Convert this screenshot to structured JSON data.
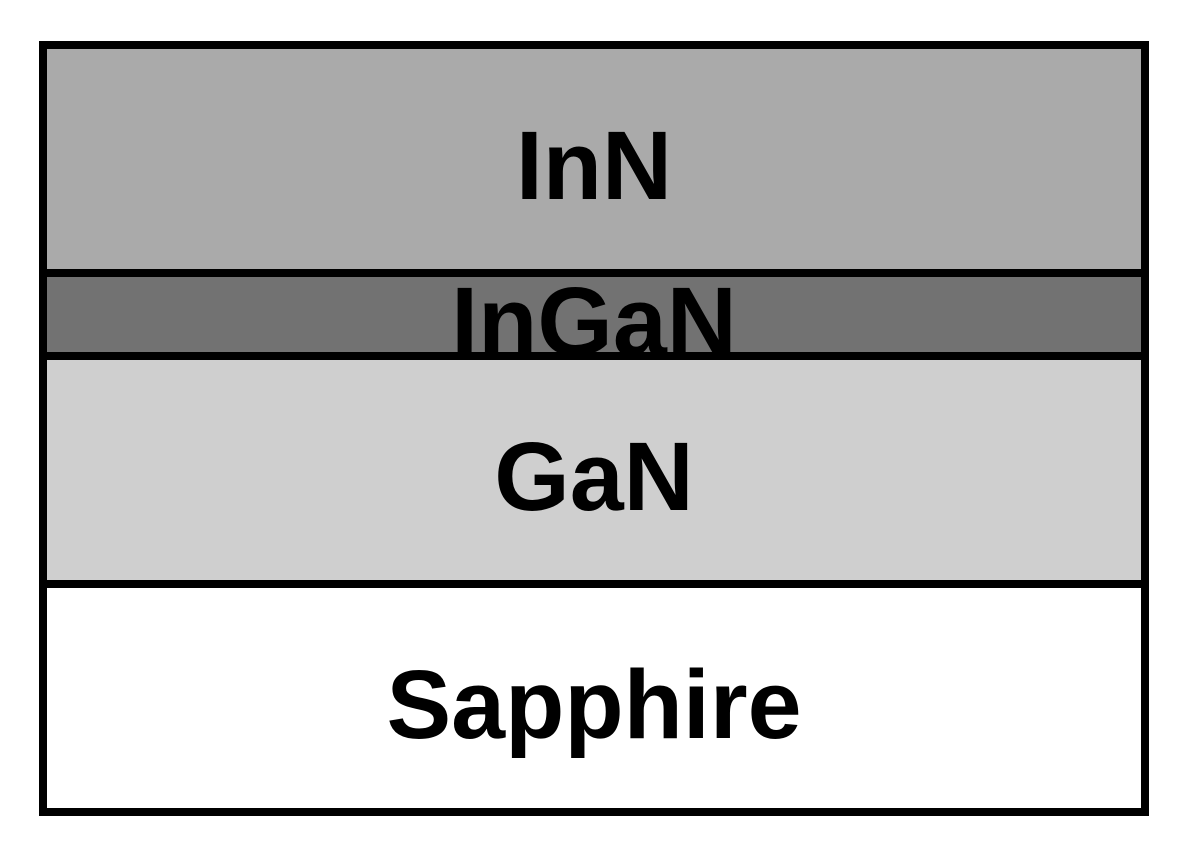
{
  "diagram": {
    "type": "layer-stack",
    "layers": [
      {
        "name": "InN",
        "fill": "#aaaaaa"
      },
      {
        "name": "InGaN",
        "fill": "#727272"
      },
      {
        "name": "GaN",
        "fill": "#cfcfcf"
      },
      {
        "name": "Sapphire",
        "fill": "#ffffff"
      }
    ],
    "border_color": "#000000"
  }
}
